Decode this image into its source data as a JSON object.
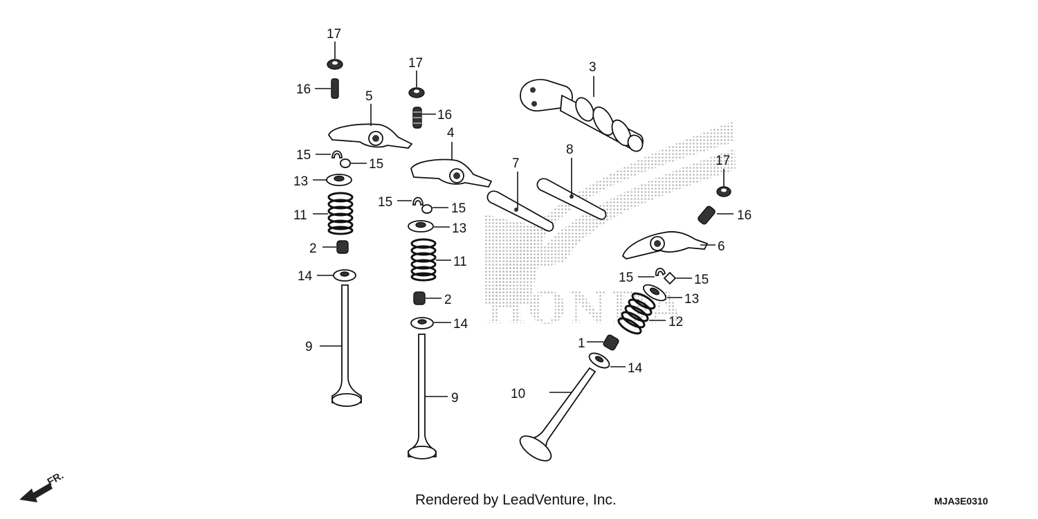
{
  "watermark": "HONDA",
  "footer": {
    "credit": "Rendered by LeadVenture, Inc.",
    "figure_code": "MJA3E0310"
  },
  "direction_arrow": "FR.",
  "callouts": {
    "c17a": "17",
    "c16a": "16",
    "c5": "5",
    "c15a": "15",
    "c15b": "15",
    "c13a": "13",
    "c11a": "11",
    "c2a": "2",
    "c14a": "14",
    "c9a": "9",
    "c17b": "17",
    "c16b": "16",
    "c4": "4",
    "c15c": "15",
    "c15d": "15",
    "c13b": "13",
    "c11b": "11",
    "c2b": "2",
    "c14b": "14",
    "c9b": "9",
    "c3": "3",
    "c7": "7",
    "c8": "8",
    "c17c": "17",
    "c16c": "16",
    "c6": "6",
    "c15e": "15",
    "c15f": "15",
    "c13c": "13",
    "c12": "12",
    "c1": "1",
    "c14c": "14",
    "c10": "10"
  }
}
